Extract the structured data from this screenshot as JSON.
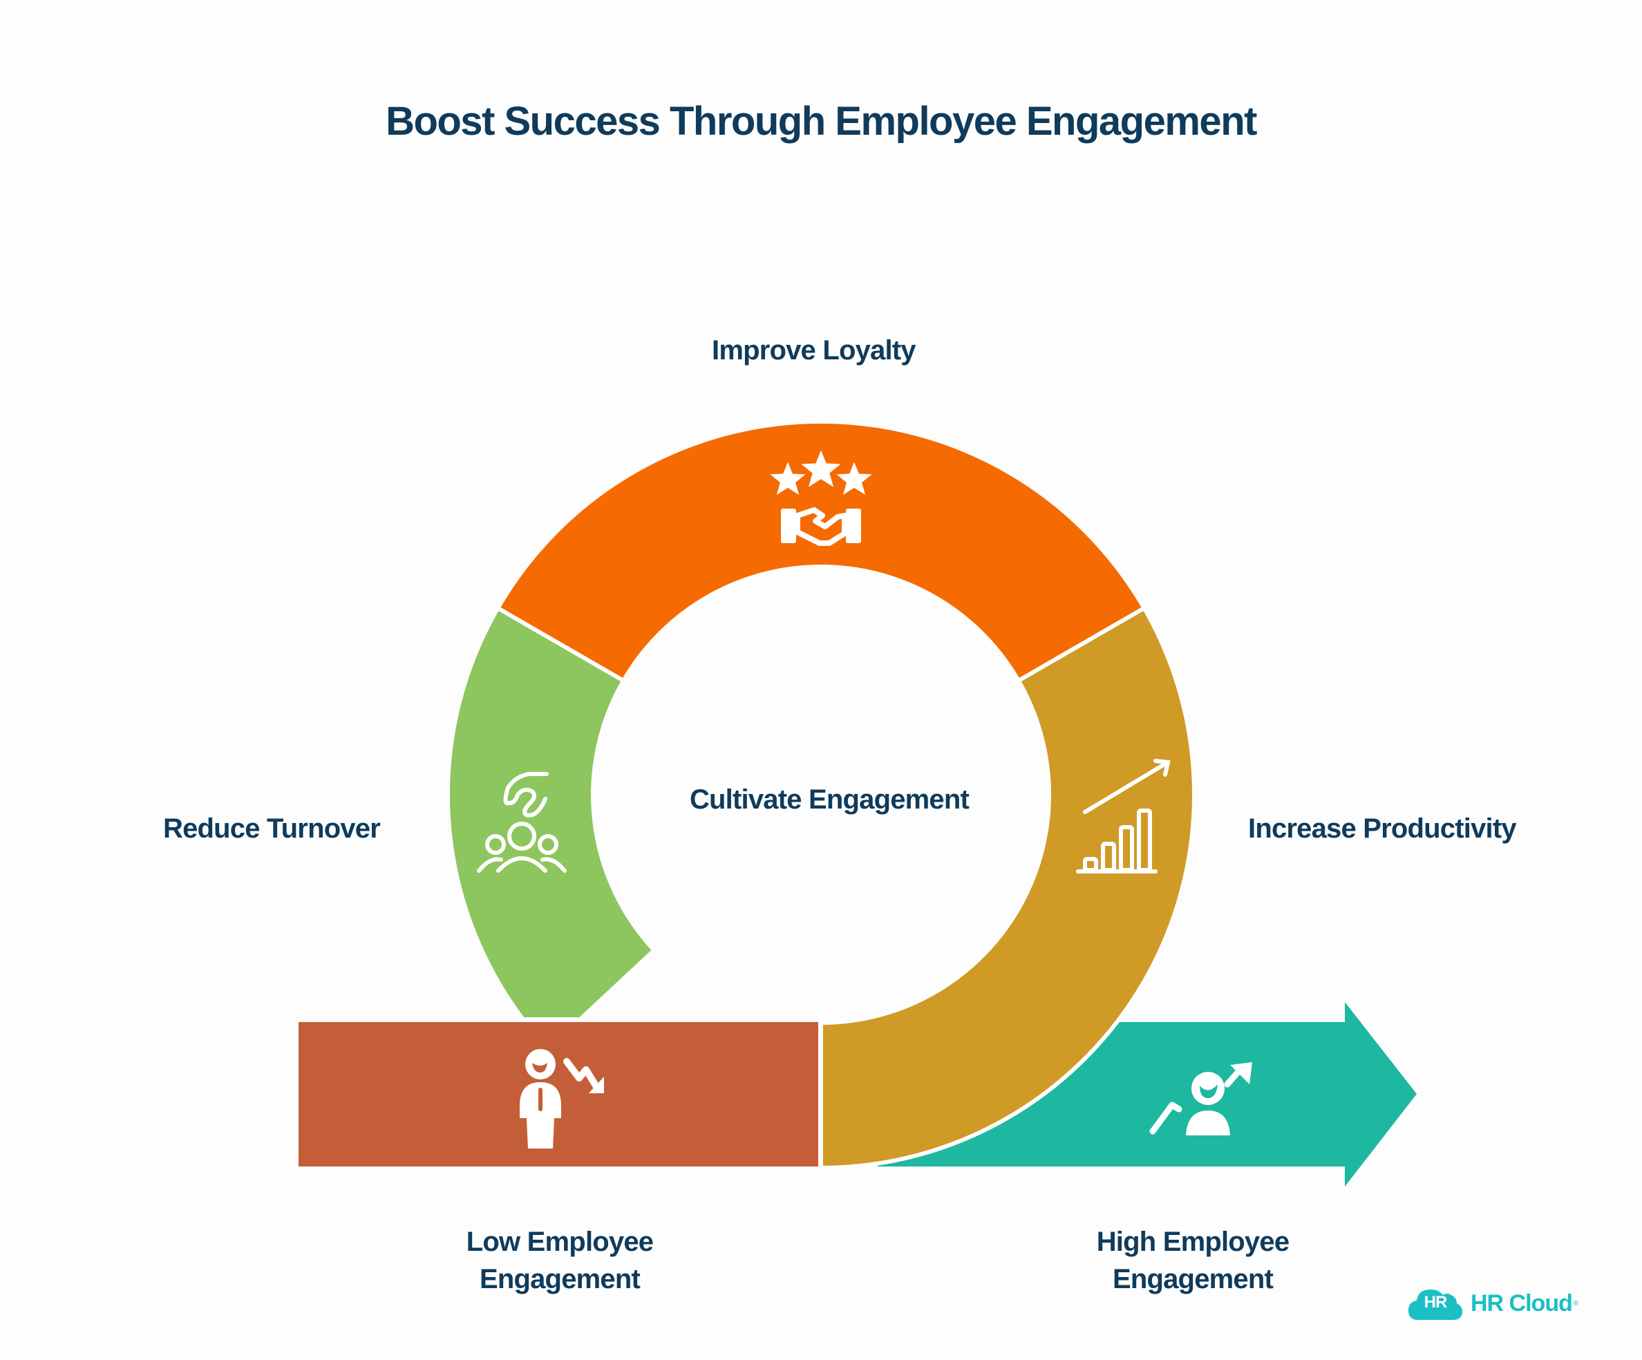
{
  "title": "Boost Success Through Employee Engagement",
  "center_label": "Cultivate Engagement",
  "segments": [
    {
      "id": "improve-loyalty",
      "label": "Improve Loyalty",
      "color": "#f56b01",
      "icon": "stars-handshake-icon"
    },
    {
      "id": "reduce-turnover",
      "label": "Reduce Turnover",
      "color": "#8dc55e",
      "icon": "hand-over-people-icon"
    },
    {
      "id": "increase-productivity",
      "label": "Increase Productivity",
      "color": "#d09a27",
      "icon": "bar-chart-growth-icon"
    }
  ],
  "low": {
    "label_line1": "Low Employee",
    "label_line2": "Engagement",
    "color": "#c45e39",
    "icon": "person-down-trend-icon"
  },
  "high": {
    "label_line1": "High Employee",
    "label_line2": "Engagement",
    "color": "#1db89f",
    "icon": "person-up-trend-icon"
  },
  "text_color": "#0f3b5c",
  "logo": {
    "badge": "HR",
    "name": "HR Cloud",
    "registered": "®",
    "color": "#1bbfc4"
  }
}
